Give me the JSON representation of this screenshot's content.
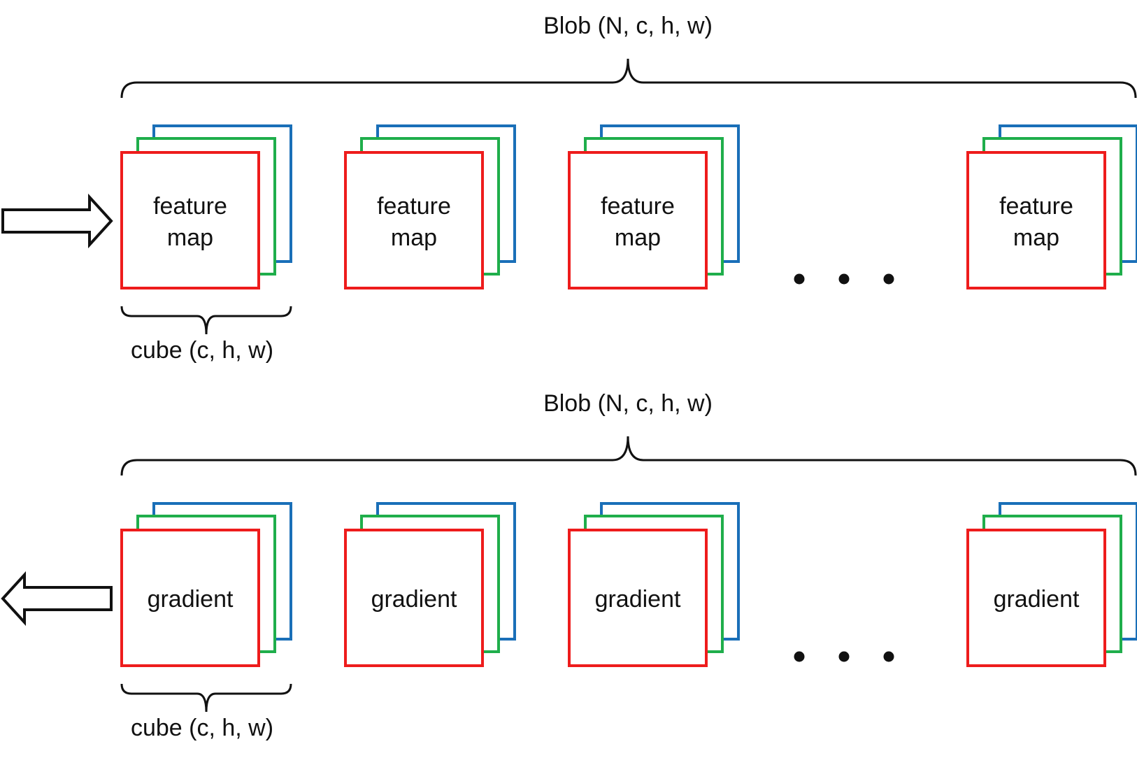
{
  "colors": {
    "back": "#1a6fb8",
    "middle": "#1fae4b",
    "front": "#ee1c1c",
    "stroke": "#111111"
  },
  "forward": {
    "blob_label": "Blob (N, c, h, w)",
    "cube_label": "cube (c, h, w)",
    "cell_lines": [
      "feature",
      "map"
    ],
    "ellipsis": "• • •",
    "arrow": "right-arrow-icon"
  },
  "backward": {
    "blob_label": "Blob (N, c, h, w)",
    "cube_label": "cube (c, h, w)",
    "cell_lines": [
      "gradient"
    ],
    "ellipsis": "• • •",
    "arrow": "left-arrow-icon"
  }
}
